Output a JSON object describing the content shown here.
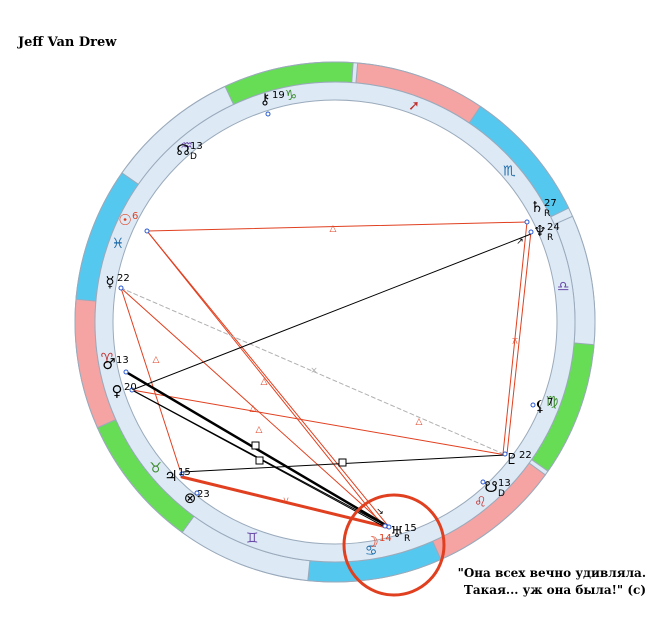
{
  "chart_title": "Jeff Van Drew",
  "quote": {
    "line1": "\"Она всех вечно удивляла.",
    "line2": "Такая... уж она была!\" (с)"
  },
  "colors": {
    "fire": "#f5a3a3",
    "earth": "#66dd55",
    "water": "#55c8f0",
    "air": "#dde9f5",
    "ring": "#dde9f5",
    "red_aspect": "#e04020",
    "black_aspect": "#000000",
    "highlight_circle": "#e04020"
  },
  "signs": [
    {
      "name": "capricorn",
      "glyph": "♑",
      "element": "earth"
    },
    {
      "name": "sagittarius",
      "glyph": "➚",
      "element": "fire"
    },
    {
      "name": "scorpio",
      "glyph": "♏",
      "element": "water"
    },
    {
      "name": "libra",
      "glyph": "♎",
      "element": "air"
    },
    {
      "name": "virgo",
      "glyph": "♍",
      "element": "earth"
    },
    {
      "name": "leo",
      "glyph": "♌",
      "element": "fire"
    },
    {
      "name": "cancer",
      "glyph": "♋",
      "element": "water"
    },
    {
      "name": "gemini",
      "glyph": "♊",
      "element": "air"
    },
    {
      "name": "taurus",
      "glyph": "♉",
      "element": "earth"
    },
    {
      "name": "aries",
      "glyph": "♈",
      "element": "fire"
    },
    {
      "name": "pisces",
      "glyph": "♓",
      "element": "water"
    },
    {
      "name": "aquarius",
      "glyph": "♒",
      "element": "air"
    }
  ],
  "planets": [
    {
      "name": "chiron",
      "glyph": "⚷",
      "degree": "19",
      "flag": "",
      "color": "#000000"
    },
    {
      "name": "north-node",
      "glyph": "☊",
      "degree": "13",
      "flag": "D",
      "color": "#000000"
    },
    {
      "name": "sun",
      "glyph": "☉",
      "degree": "6",
      "flag": "",
      "color": "#e04020"
    },
    {
      "name": "saturn",
      "glyph": "♄",
      "degree": "27",
      "flag": "R",
      "color": "#000000"
    },
    {
      "name": "neptune",
      "glyph": "♆",
      "degree": "24",
      "flag": "R",
      "color": "#000000"
    },
    {
      "name": "mercury",
      "glyph": "☿",
      "degree": "22",
      "flag": "",
      "color": "#000000"
    },
    {
      "name": "mars",
      "glyph": "♂",
      "degree": "13",
      "flag": "",
      "color": "#000000"
    },
    {
      "name": "venus",
      "glyph": "♀",
      "degree": "20",
      "flag": "",
      "color": "#000000"
    },
    {
      "name": "lilith",
      "glyph": "⚸",
      "degree": "7",
      "flag": "",
      "color": "#000000"
    },
    {
      "name": "pluto",
      "glyph": "♇",
      "degree": "22",
      "flag": "",
      "color": "#000000"
    },
    {
      "name": "south-node",
      "glyph": "☋",
      "degree": "13",
      "flag": "D",
      "color": "#000000"
    },
    {
      "name": "jupiter",
      "glyph": "♃",
      "degree": "15",
      "flag": "",
      "color": "#000000"
    },
    {
      "name": "fortune",
      "glyph": "⊗",
      "degree": "23",
      "flag": "",
      "color": "#000000"
    },
    {
      "name": "uranus",
      "glyph": "♅",
      "degree": "15",
      "flag": "R",
      "color": "#000000"
    },
    {
      "name": "moon",
      "glyph": "☽",
      "degree": "14",
      "flag": "",
      "color": "#e04020"
    }
  ]
}
